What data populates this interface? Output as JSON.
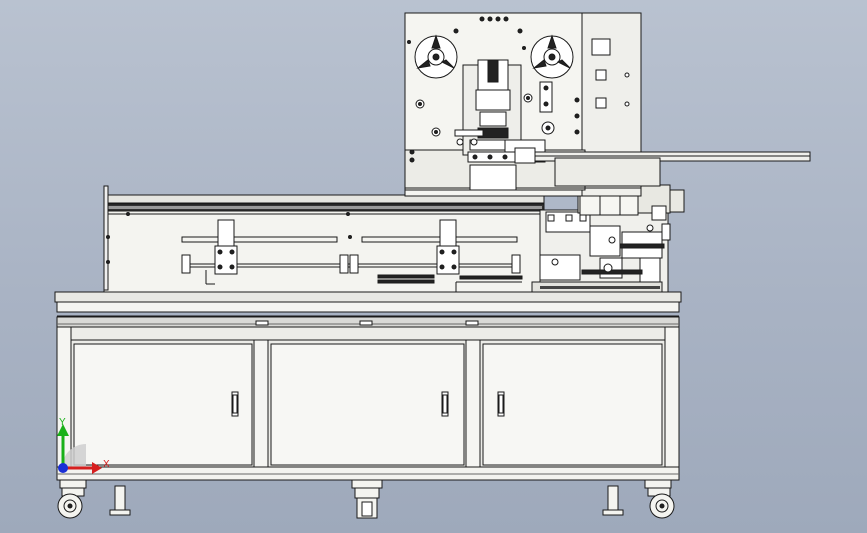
{
  "view": {
    "type": "cad-front-view",
    "background": "#aeb8c8",
    "line_color": "#1a1a1a",
    "body_fill": "#f2f2ee"
  },
  "triad": {
    "y_label": "Y",
    "x_label": "X",
    "y_color": "#19b019",
    "x_color": "#d61f1f",
    "z_color": "#1a2fd6"
  },
  "icons": {
    "triad": "axis-triad-icon",
    "reel": "tape-reel-icon",
    "caster": "caster-wheel-icon",
    "foot": "leveling-foot-icon",
    "handle": "cabinet-handle-icon"
  }
}
